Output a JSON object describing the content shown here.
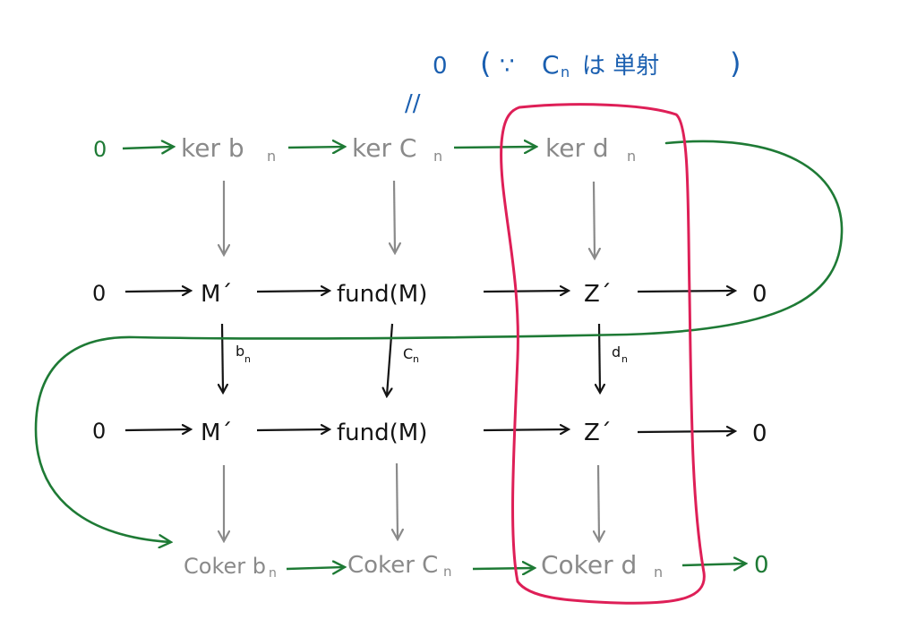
{
  "colors": {
    "ink": "#141414",
    "gray": "#8a8a8a",
    "green": "#1e7a35",
    "blue": "#1a5fb0",
    "red": "#de1f57"
  },
  "annotation": {
    "zero": "0",
    "open": "(",
    "because": "∵",
    "cn": "C",
    "cn_sub": "n",
    "jp": "は 単射",
    "close": ")",
    "equals": "//"
  },
  "kernel_row": {
    "zero": "0",
    "ker_b": "ker b",
    "ker_b_sub": "n",
    "ker_c": "ker C",
    "ker_c_sub": "n",
    "ker_d": "ker d",
    "ker_d_sub": "n"
  },
  "top_row": {
    "zero_left": "0",
    "m": "M´",
    "fund": "fund(M)",
    "z": "Z´",
    "zero_right": "0"
  },
  "maps": {
    "b": "b",
    "b_sub": "n",
    "c": "C",
    "c_sub": "n",
    "d": "d",
    "d_sub": "n"
  },
  "bottom_row": {
    "zero_left": "0",
    "m": "M´",
    "fund": "fund(M)",
    "z": "Z´",
    "zero_right": "0"
  },
  "coker_row": {
    "coker_b": "Coker b",
    "coker_b_sub": "n",
    "coker_c": "Coker C",
    "coker_c_sub": "n",
    "coker_d": "Coker d",
    "coker_d_sub": "n",
    "zero": "0"
  }
}
